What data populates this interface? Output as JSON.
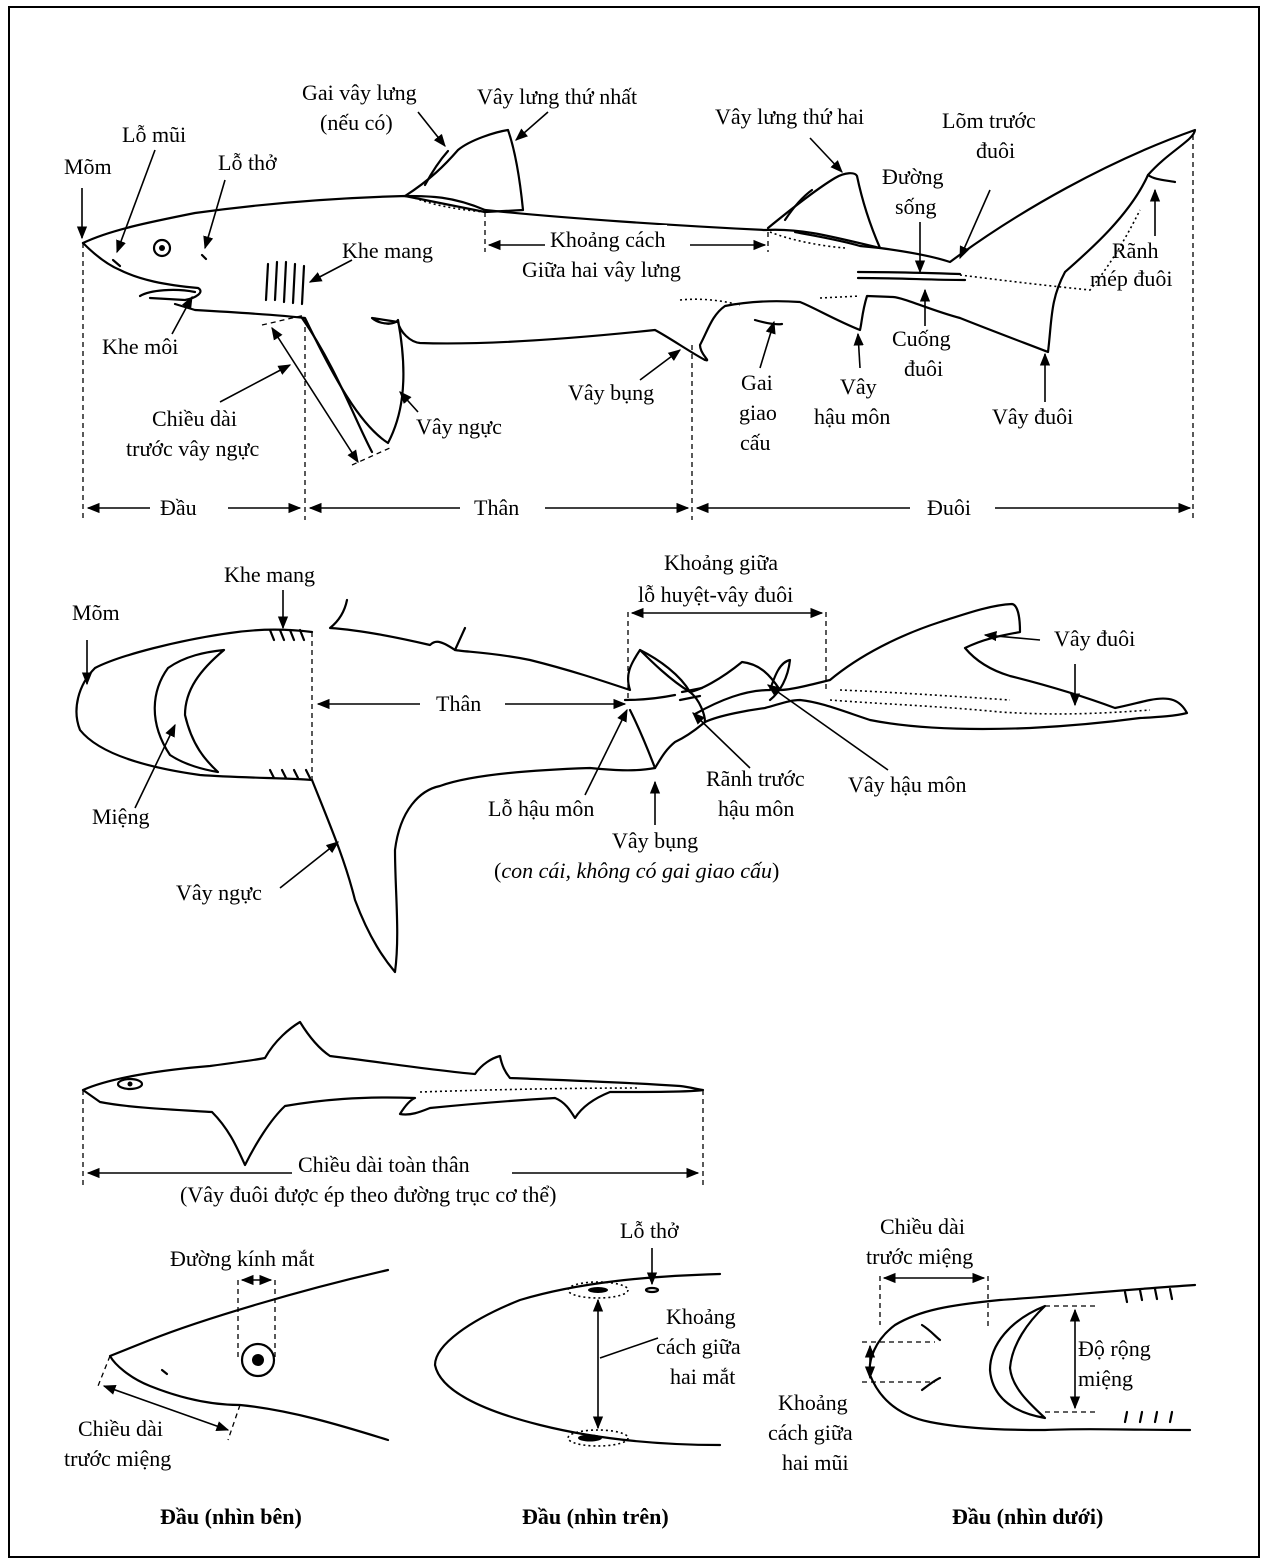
{
  "side": {
    "mom": "Mõm",
    "lo_mui": "Lỗ mũi",
    "lo_tho": "Lỗ thở",
    "gai_vay_lung": [
      "Gai vây lưng",
      "(nếu có)"
    ],
    "vay_lung_1": "Vây lưng thứ nhất",
    "vay_lung_2": "Vây lưng thứ hai",
    "lom_truoc_duoi": [
      "Lõm trước",
      "đuôi"
    ],
    "duong_song": [
      "Đường",
      "sống"
    ],
    "ranh_mep_duoi": [
      "Rãnh",
      "mép đuôi"
    ],
    "khe_mang": "Khe mang",
    "khoang_cach": [
      "Khoảng cách",
      "Giữa hai vây lưng"
    ],
    "khe_moi": "Khe môi",
    "chieu_dai_truoc_vay_nguc": [
      "Chiều dài",
      "trước vây ngực"
    ],
    "vay_nguc": "Vây ngực",
    "vay_bung": "Vây bụng",
    "gai_giao_cau": [
      "Gai",
      "giao",
      "cấu"
    ],
    "vay_hau_mon": [
      "Vây",
      "hậu môn"
    ],
    "cuong_duoi": [
      "Cuống",
      "đuôi"
    ],
    "vay_duoi": "Vây đuôi",
    "dau": "Đầu",
    "than": "Thân",
    "duoi": "Đuôi"
  },
  "ventral": {
    "mom": "Mõm",
    "khe_mang": "Khe mang",
    "mieng": "Miệng",
    "than": "Thân",
    "vay_nguc": "Vây ngực",
    "khoang_giua": [
      "Khoảng giữa",
      "lỗ huyệt-vây đuôi"
    ],
    "vay_duoi": "Vây đuôi",
    "lo_hau_mon": "Lỗ hậu môn",
    "ranh_truoc_hau_mon": [
      "Rãnh trước",
      "hậu môn"
    ],
    "vay_hau_mon": "Vây hậu môn",
    "vay_bung": "Vây bụng",
    "vay_bung_note": "con cái, không có gai giao cấu"
  },
  "total": {
    "chieu_dai_toan_than": "Chiều dài toàn thân",
    "note": "(Vây đuôi được ép theo đường trục cơ thể)"
  },
  "heads": {
    "side": {
      "duong_kinh_mat": "Đường kính mắt",
      "chieu_dai_truoc_mieng": [
        "Chiều dài",
        "trước miệng"
      ],
      "caption": "Đầu (nhìn bên)"
    },
    "top": {
      "lo_tho": "Lỗ thở",
      "khoang_cach_mat": [
        "Khoảng",
        "cách giữa",
        "hai mắt"
      ],
      "caption": "Đầu (nhìn trên)"
    },
    "bottom": {
      "chieu_dai_truoc_mieng": [
        "Chiều dài",
        "trước miệng"
      ],
      "do_rong_mieng": [
        "Độ rộng",
        "miệng"
      ],
      "khoang_cach_mui": [
        "Khoảng",
        "cách giữa",
        "hai mũi"
      ],
      "caption": "Đầu (nhìn dưới)"
    }
  }
}
